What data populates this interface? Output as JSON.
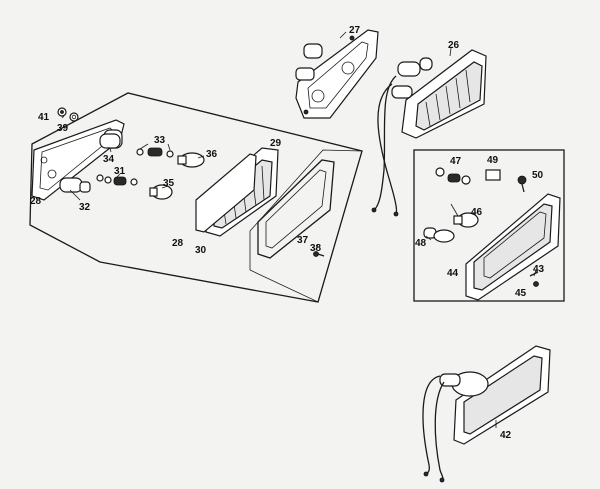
{
  "labels": {
    "p27": "27",
    "p26": "26",
    "p41": "41",
    "p39": "39",
    "p33": "33",
    "p29": "29",
    "p36": "36",
    "p34": "34",
    "p31": "31",
    "p35": "35",
    "p28a": "28",
    "p32": "32",
    "p28b": "28",
    "p30": "30",
    "p37": "37",
    "p38": "38",
    "p47": "47",
    "p49": "49",
    "p50": "50",
    "p46": "46",
    "p48": "48",
    "p44": "44",
    "p43": "43",
    "p45": "45",
    "p42": "42"
  },
  "colors": {
    "ink": "#1a1a1a",
    "paper": "#f3f3f1"
  }
}
